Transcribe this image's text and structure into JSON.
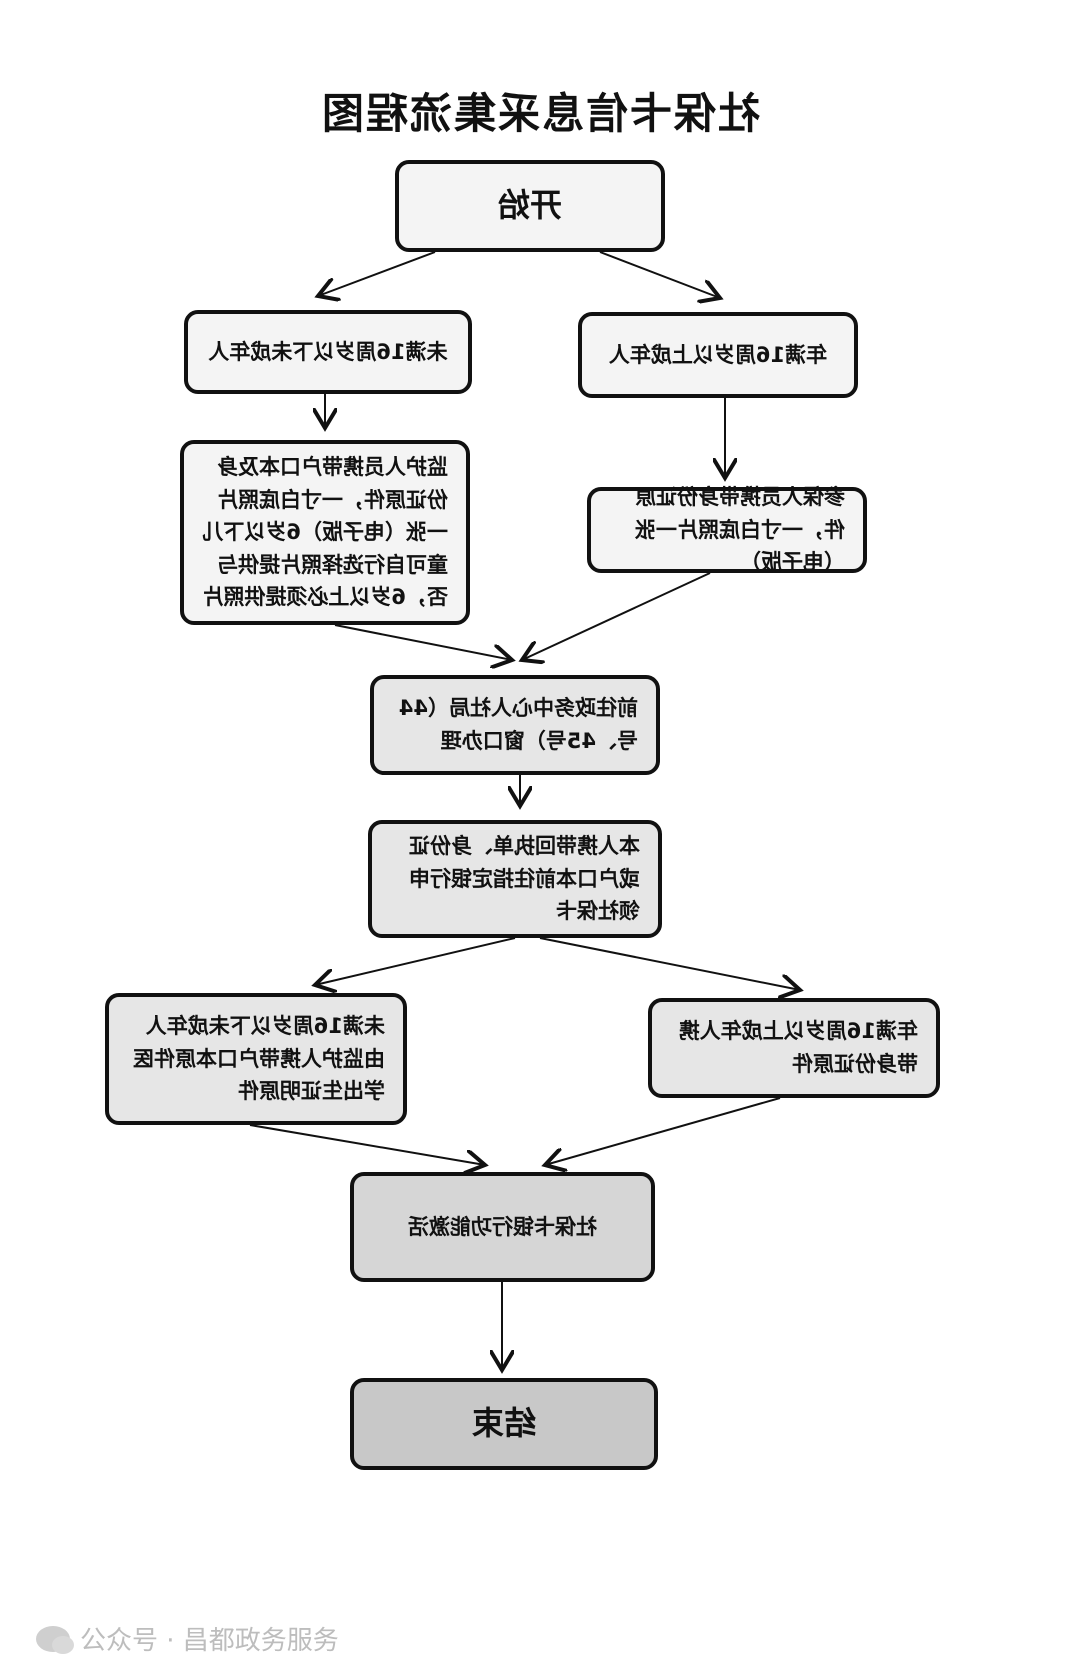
{
  "title": "社保卡信息采集流程图",
  "nodes": {
    "start": "开始",
    "under16": "未满16周岁以下未成年人",
    "adult": "年满16周岁以上成年人",
    "under16_docs": "监护人员携带户口本及身份证原件，一寸白底照片一张（电子版）6岁以下儿童可自行选择照片提供与否，6岁以上必须提供照片",
    "adult_docs": "参保人员携带身份证原件，一寸白底照片一张（电子版）",
    "office": "前往政务中心人社局（44号、45号）窗口办理",
    "apply": "本人携带回执单、身份证或户口本前往指定银行申领社保卡",
    "under16_activate": "未满16周岁以下未成年人由监护人携带户口本原件医学出生证明原件",
    "adult_activate": "年满16周岁以上成年人携带身份证原件",
    "activate": "社保卡银行功能激活",
    "end": "结束"
  },
  "watermark": "公众号 · 昌都政务服务"
}
